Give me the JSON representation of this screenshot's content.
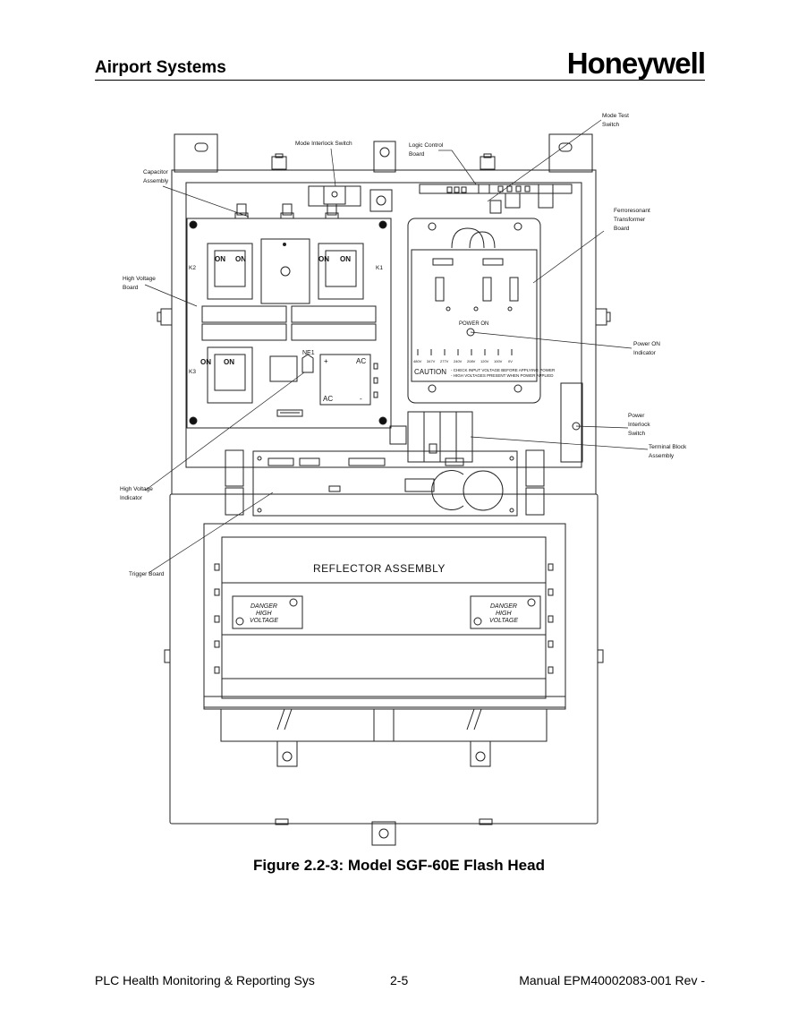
{
  "header": {
    "section_title": "Airport Systems",
    "brand": "Honeywell"
  },
  "figure": {
    "caption": "Figure 2.2-3: Model SGF-60E Flash Head",
    "callouts": {
      "mode_test_switch": [
        "Mode Test",
        "Switch"
      ],
      "mode_interlock_switch": [
        "Mode Interlock Switch"
      ],
      "logic_control_board": [
        "Logic Control",
        "Board"
      ],
      "capacitor_assembly": [
        "Capacitor",
        "Assembly"
      ],
      "ferroresonant_transformer_board": [
        "Ferroresonant",
        "Transformer",
        "Board"
      ],
      "high_voltage_board": [
        "High Voltage",
        "Board"
      ],
      "power_on_indicator": [
        "Power ON",
        "Indicator"
      ],
      "power_interlock_switch": [
        "Power",
        "Interlock",
        "Switch"
      ],
      "terminal_block_assembly": [
        "Terminal Block",
        "Assembly"
      ],
      "high_voltage_indicator": [
        "High Voltage",
        "Indicator"
      ],
      "trigger_board": [
        "Trigger Board"
      ]
    },
    "drawing_labels": {
      "reflector": "REFLECTOR ASSEMBLY",
      "danger": [
        "DANGER",
        "HIGH",
        "VOLTAGE"
      ],
      "k1": "K1",
      "k2": "K2",
      "k3": "K3",
      "on": "ON",
      "ne1": "NE1",
      "ac": "AC",
      "plus": "+",
      "minus": "-",
      "power_on": "POWER ON",
      "caution": "CAUTION",
      "caution_note": [
        "- CHECK INPUT VOLTAGE BEFORE APPLYING POWER",
        "- HIGH VOLTAGES PRESENT WHEN POWER APPLIED"
      ],
      "voltages": [
        "480V",
        "347V",
        "277V",
        "240V",
        "208V",
        "120V",
        "100V",
        "0V"
      ]
    }
  },
  "footer": {
    "left": "PLC Health Monitoring & Reporting Sys",
    "center": "2-5",
    "right": "Manual EPM40002083-001 Rev -"
  }
}
